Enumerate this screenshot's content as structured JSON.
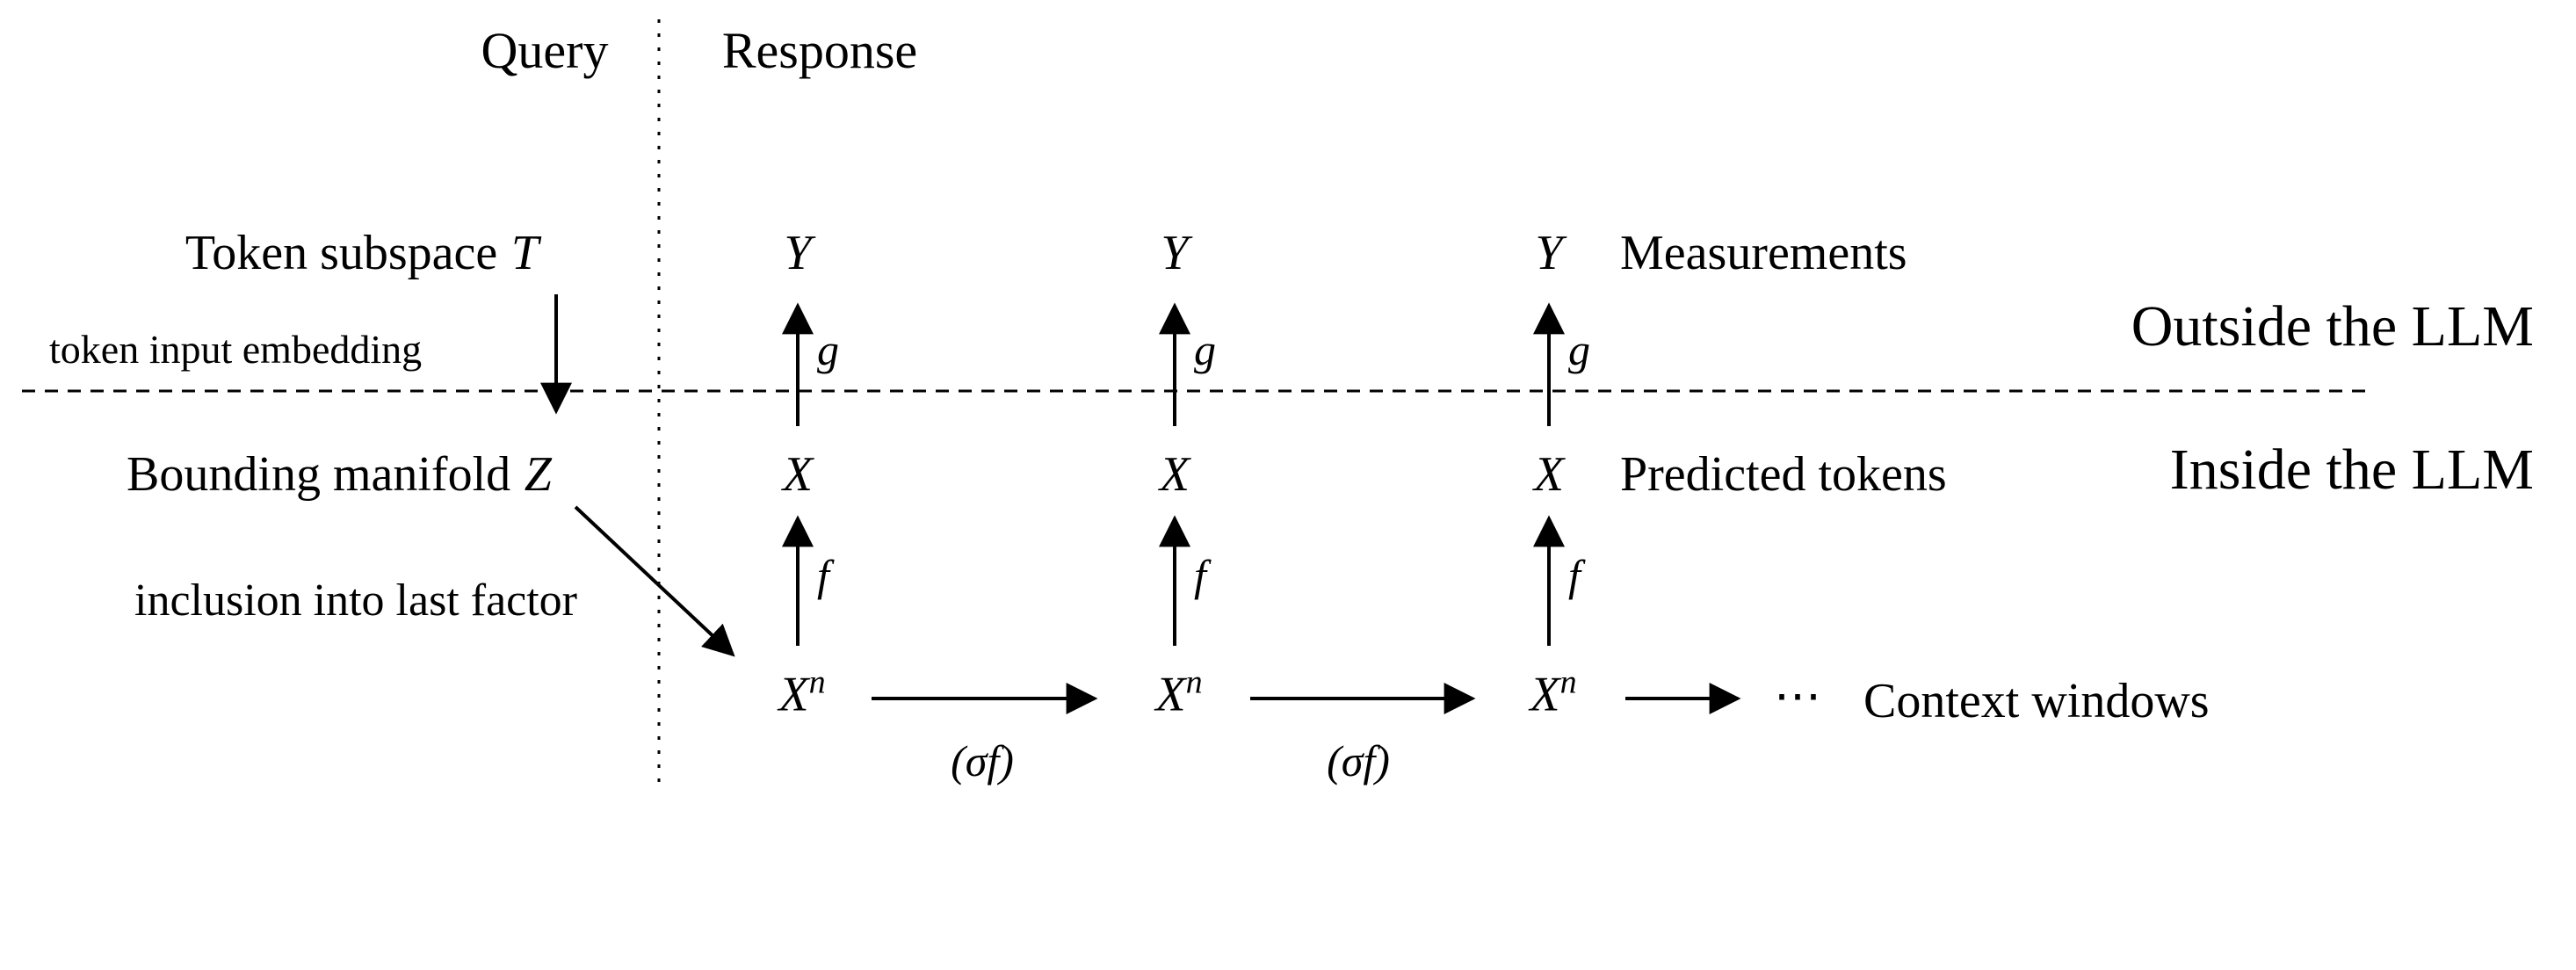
{
  "header": {
    "query_label": "Query",
    "response_label": "Response"
  },
  "region_labels": {
    "outside": "Outside the LLM",
    "inside": "Inside the LLM"
  },
  "query_side": {
    "token_subspace_text": "Token subspace",
    "token_subspace_var": "T",
    "token_embedding_arrow_label": "token input embedding",
    "bounding_manifold_text": "Bounding manifold",
    "bounding_manifold_var": "Z",
    "inclusion_arrow_label": "inclusion into last factor"
  },
  "response_side": {
    "columns": [
      {
        "measurement_var": "Y",
        "g_map": "g",
        "predicted_var": "X",
        "f_map": "f",
        "context_base": "X",
        "context_sup": "n"
      },
      {
        "measurement_var": "Y",
        "g_map": "g",
        "predicted_var": "X",
        "f_map": "f",
        "context_base": "X",
        "context_sup": "n"
      },
      {
        "measurement_var": "Y",
        "g_map": "g",
        "predicted_var": "X",
        "f_map": "f",
        "context_base": "X",
        "context_sup": "n"
      }
    ],
    "transition_label": "(σf)",
    "ellipsis": "⋯"
  },
  "row_labels": {
    "measurements": "Measurements",
    "predicted_tokens": "Predicted tokens",
    "context_windows": "Context windows"
  },
  "colors": {
    "ink": "#000000",
    "background": "#ffffff"
  }
}
